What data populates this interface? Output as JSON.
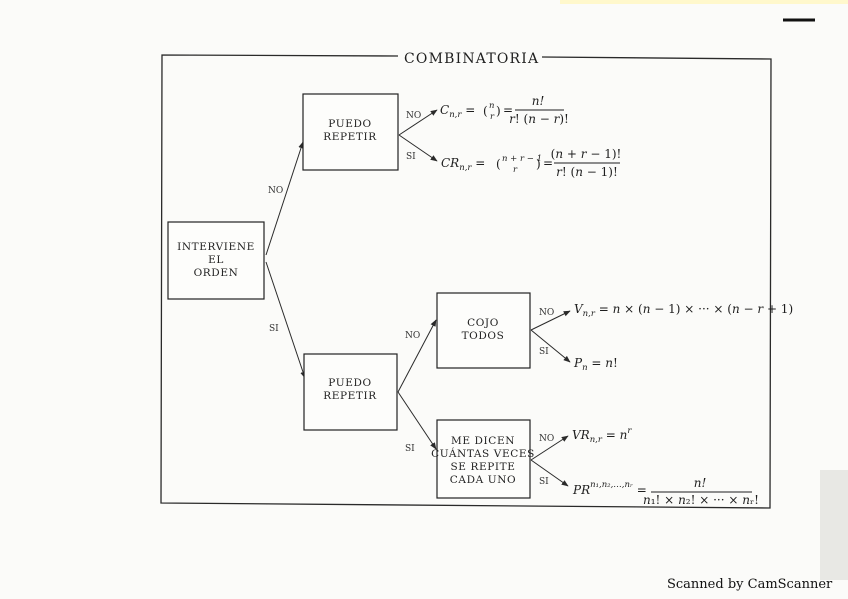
{
  "diagram": {
    "title": "COMBINATORIA",
    "root": {
      "lines": [
        "INTERVIENE",
        "EL",
        "ORDEN"
      ]
    },
    "top": {
      "branch_label": "NO",
      "box_lines": [
        "PUEDO",
        "REPETIR"
      ],
      "no_label": "NO",
      "si_label": "SI"
    },
    "bottom": {
      "branch_label": "SI",
      "box_lines": [
        "PUEDO",
        "REPETIR"
      ],
      "no_label": "NO",
      "si_label": "SI",
      "cojo": {
        "box_lines": [
          "COJO",
          "TODOS"
        ],
        "no_label": "NO",
        "si_label": "SI"
      },
      "dicen": {
        "box_lines": [
          "ME DICEN",
          "CUÁNTAS VECES",
          "SE REPITE",
          "CADA UNO"
        ],
        "no_label": "NO",
        "si_label": "SI"
      }
    }
  },
  "footer": "Scanned by CamScanner"
}
